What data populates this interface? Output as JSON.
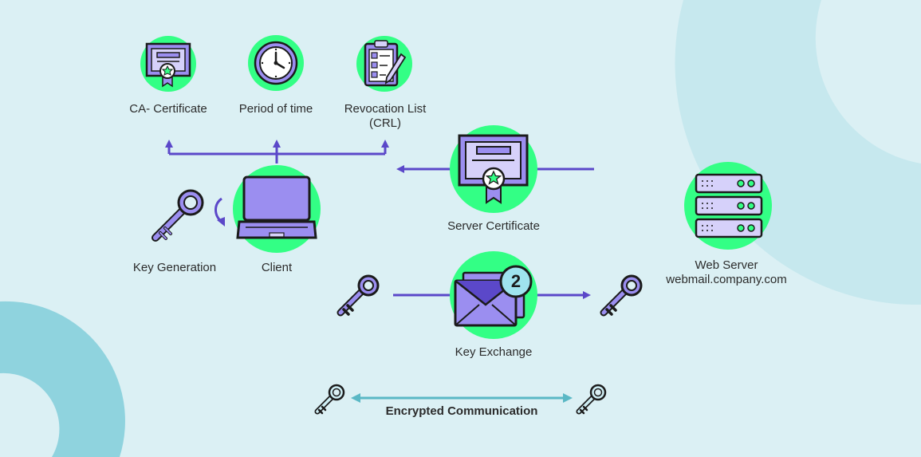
{
  "colors": {
    "background": "#dbf0f4",
    "decor_arc": "#c6e8ee",
    "decor_arc_dark": "#8fd3de",
    "circle": "#33ff85",
    "purple": "#5b48c9",
    "icon_fill": "#9b8ef0",
    "icon_light": "#d6d1fa",
    "outline": "#1b1b1b",
    "teal_arrow": "#5ab8c5",
    "teal_key": "#cfeff5"
  },
  "labels": {
    "ca_certificate": "CA- Certificate",
    "period_of_time": "Period of time",
    "revocation_line1": "Revocation List",
    "revocation_line2": "(CRL)",
    "server_certificate": "Server Certificate",
    "key_generation": "Key Generation",
    "client": "Client",
    "web_server_line1": "Web Server",
    "web_server_line2": "webmail.company.com",
    "key_exchange": "Key Exchange",
    "badge_number": "2",
    "encrypted_communication": "Encrypted Communication"
  },
  "icons": {
    "ca_certificate": "certificate-icon",
    "period_of_time": "clock-icon",
    "revocation": "clipboard-checklist-icon",
    "server_certificate": "certificate-icon",
    "client": "laptop-icon",
    "web_server": "server-rack-icon",
    "key_exchange": "envelope-icon",
    "key": "key-icon"
  }
}
